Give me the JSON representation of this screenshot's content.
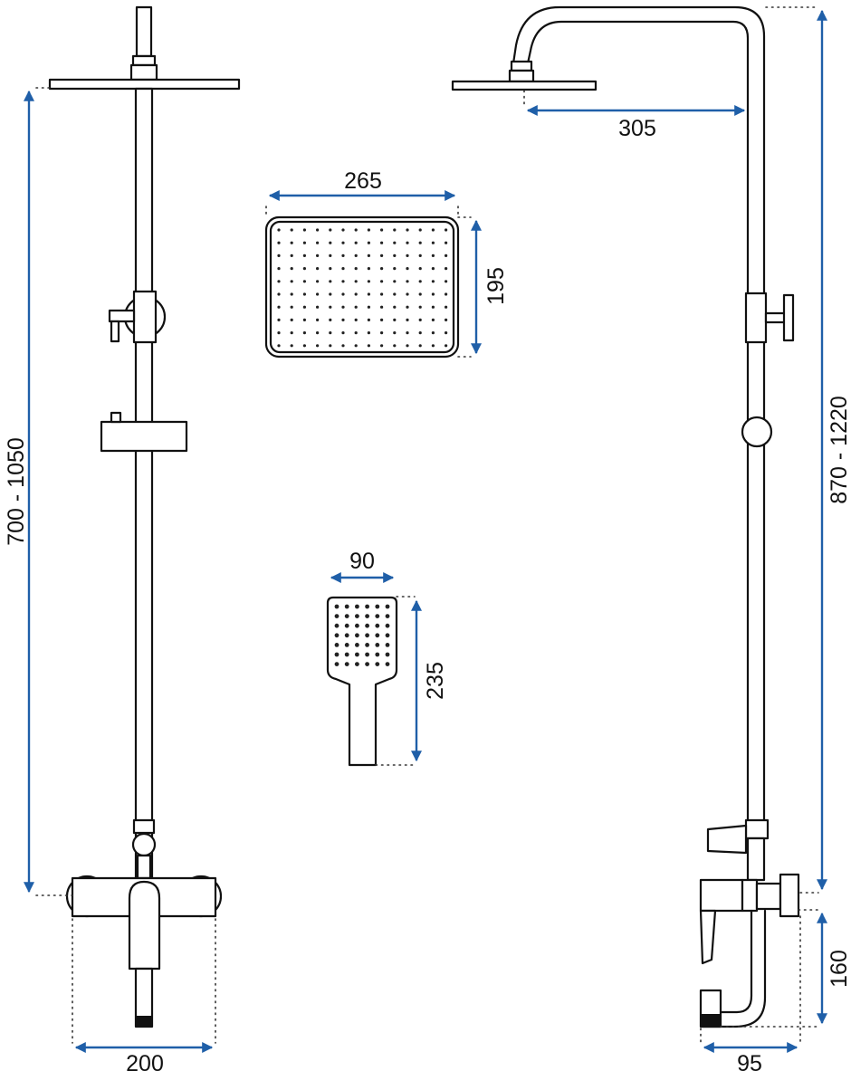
{
  "dimensions": {
    "front_height": "700 - 1050",
    "front_width": "200",
    "overhead_width": "265",
    "overhead_depth": "195",
    "hand_width": "90",
    "hand_length": "235",
    "arm_reach": "305",
    "side_height": "870 - 1220",
    "mixer_height": "160",
    "mixer_depth": "95"
  },
  "colors": {
    "dimension_arrow": "#1f5fa8",
    "outline": "#111111"
  }
}
